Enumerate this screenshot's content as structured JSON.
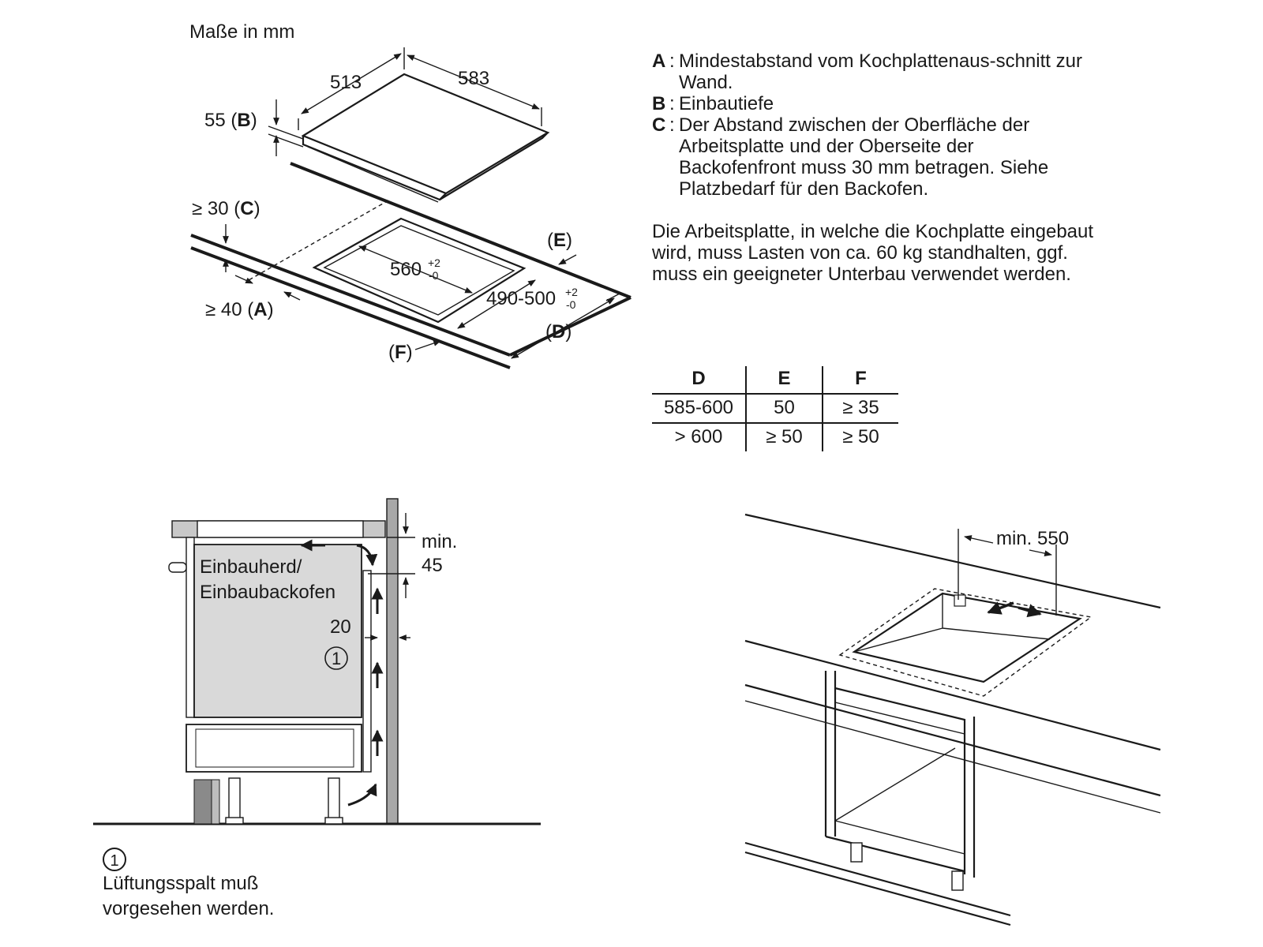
{
  "units_label": "Maße in mm",
  "hob_dims": {
    "width": "583",
    "depth": "513",
    "height": "55",
    "height_ref": "B",
    "dist_c": "≥ 30",
    "dist_c_ref": "C",
    "dist_a": "≥ 40",
    "dist_a_ref": "A",
    "cutout_width": "560",
    "cutout_width_tol_plus": "+2",
    "cutout_width_tol_minus": "-0",
    "cutout_depth": "490-500",
    "cutout_depth_tol_plus": "+2",
    "cutout_depth_tol_minus": "-0",
    "ref_d": "D",
    "ref_e": "E",
    "ref_f": "F"
  },
  "notes": {
    "a_key": "A",
    "a_text": "Mindestabstand vom Kochplattenaus-schnitt zur Wand.",
    "b_key": "B",
    "b_text": "Einbautiefe",
    "c_key": "C",
    "c_text": "Der Abstand zwischen der Oberfläche der Arbeitsplatte und der Oberseite der Backofenfront muss 30 mm betragen. Siehe Platzbedarf für den Backofen.",
    "load_text": "Die Arbeitsplatte, in welche die Kochplatte eingebaut wird, muss Lasten von ca. 60 kg standhalten, ggf. muss ein geeigneter Unterbau verwendet werden."
  },
  "table": {
    "headers": [
      "D",
      "E",
      "F"
    ],
    "rows": [
      [
        "585-600",
        "50",
        "≥ 35"
      ],
      [
        "> 600",
        "≥ 50",
        "≥ 50"
      ]
    ]
  },
  "oven": {
    "label_line1": "Einbauherd/",
    "label_line2": "Einbaubackofen",
    "gap_top_line1": "min.",
    "gap_top_line2": "45",
    "gap_side": "20",
    "vent_marker": "1"
  },
  "cabinet": {
    "min_label": "min. 550"
  },
  "legend": {
    "marker": "1",
    "line1": "Lüftungsspalt muß",
    "line2": "vorgesehen werden."
  }
}
